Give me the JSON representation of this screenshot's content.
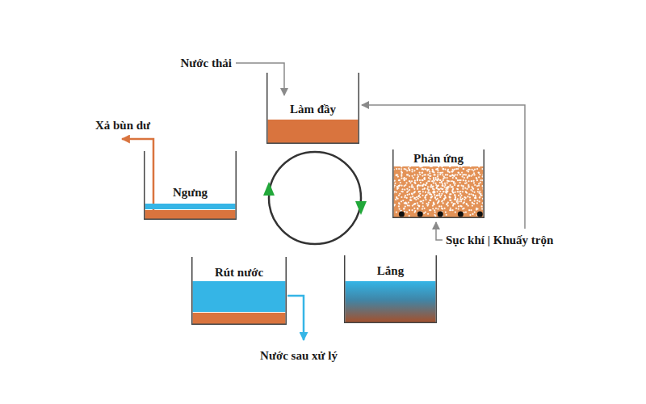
{
  "diagram": {
    "nodes": [
      {
        "text": [
          "Làm đầy"
        ]
      },
      {
        "text": [
          "Ngưng"
        ]
      },
      {
        "text": [
          "Phản ứng"
        ]
      },
      {
        "text": [
          "Rút nước"
        ]
      },
      {
        "text": [
          "Lắng"
        ]
      }
    ],
    "labels": [
      "Nước thải",
      "Xả bùn dư",
      "Sục khí | Khuấy trộn",
      "Nước sau xử lý"
    ]
  }
}
